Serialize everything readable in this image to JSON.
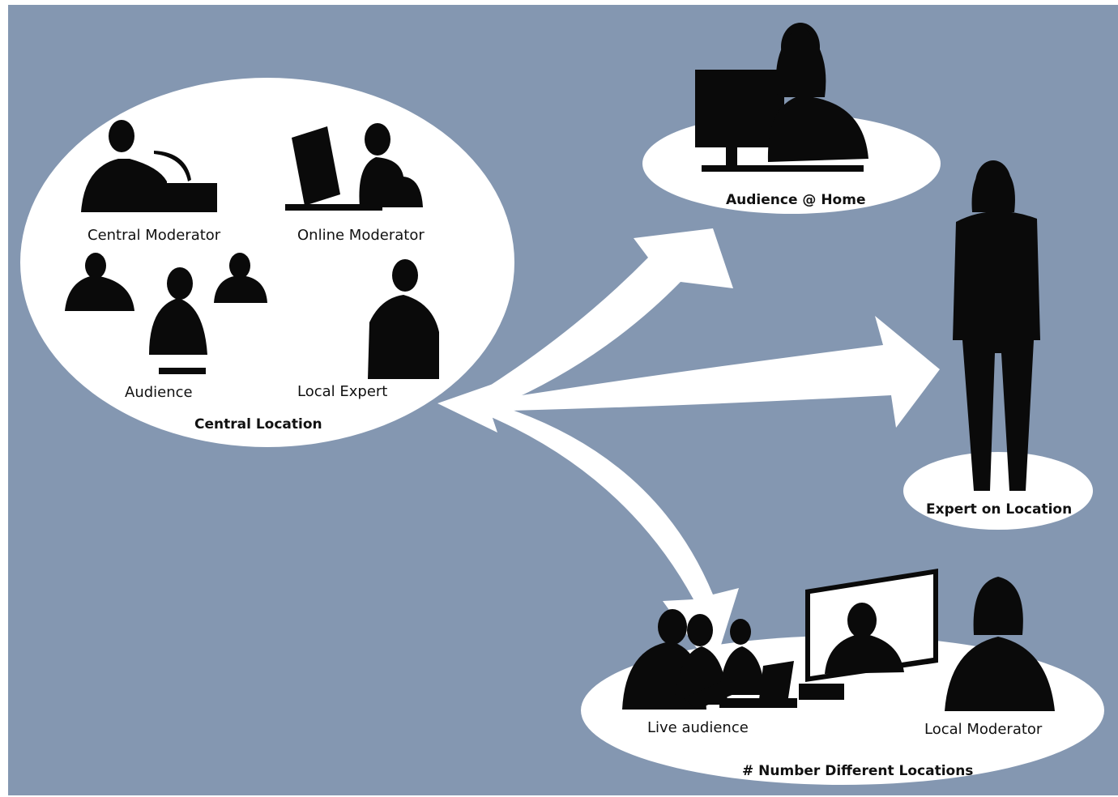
{
  "colors": {
    "background": "#8497b1",
    "ellipse": "#ffffff",
    "silhouette": "#0a0a0a"
  },
  "central": {
    "title": "Central Location",
    "central_moderator": "Central Moderator",
    "online_moderator": "Online Moderator",
    "audience": "Audience",
    "local_expert": "Local Expert"
  },
  "home": {
    "title": "Audience @ Home"
  },
  "expert": {
    "title": "Expert on Location"
  },
  "locations": {
    "title": "# Number Different Locations",
    "live_audience": "Live audience",
    "local_moderator": "Local Moderator"
  }
}
